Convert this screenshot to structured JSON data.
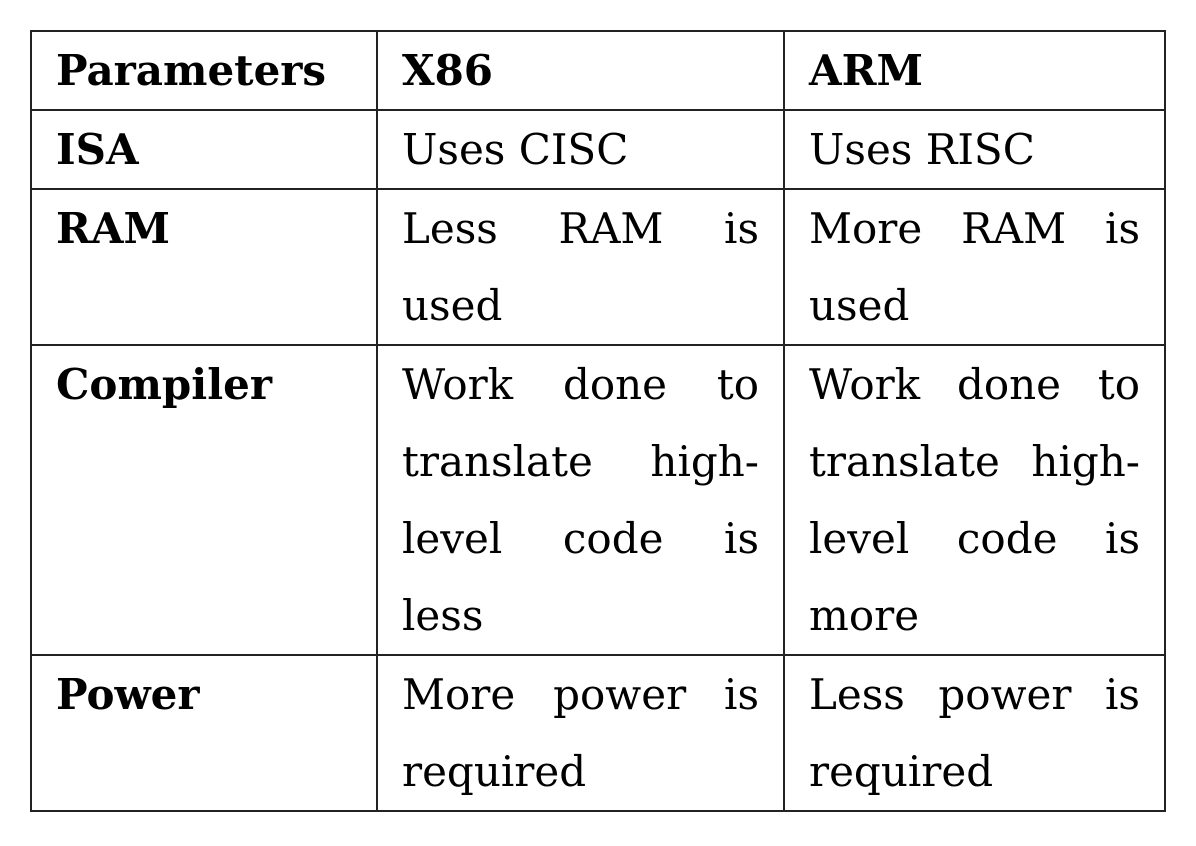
{
  "table": {
    "headers": [
      "Parameters",
      "X86",
      "ARM"
    ],
    "rows": [
      [
        "ISA",
        "Uses CISC",
        "Uses RISC"
      ],
      [
        "RAM",
        "Less RAM is used",
        "More RAM is used"
      ],
      [
        "Compiler",
        "Work done to translate high-level code is less",
        "Work done to translate high-level code is more"
      ],
      [
        "Power",
        "More power is required",
        "Less power is required"
      ]
    ]
  }
}
